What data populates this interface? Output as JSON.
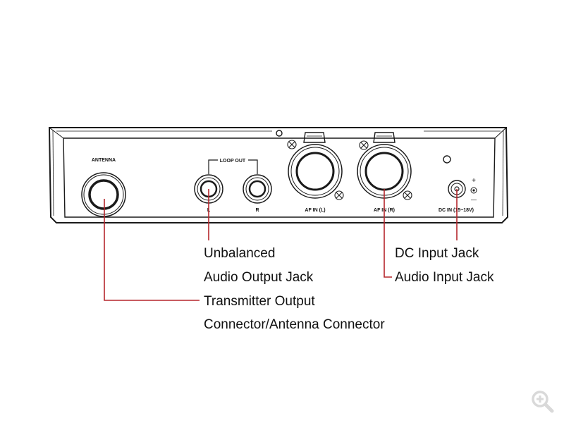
{
  "panel_labels": {
    "antenna": "ANTENNA",
    "loop_out": "LOOP OUT",
    "loop_l": "L",
    "loop_r": "R",
    "af_in_l": "AF IN (L)",
    "af_in_r": "AF IN (R)",
    "dc_in": "DC IN (15~18V)",
    "plus": "+",
    "minus": "—"
  },
  "callouts": {
    "unbalanced_line1": "Unbalanced",
    "unbalanced_line2": "Audio Output Jack",
    "transmitter_line1": "Transmitter Output",
    "transmitter_line2": "Connector/Antenna Connector",
    "dc_input": "DC Input Jack",
    "audio_input": "Audio Input Jack"
  },
  "colors": {
    "leader": "#b5262c",
    "outline": "#1a1a1a",
    "zoom_icon": "#d9d9d9"
  },
  "icons": {
    "zoom": "zoom-in-icon"
  }
}
